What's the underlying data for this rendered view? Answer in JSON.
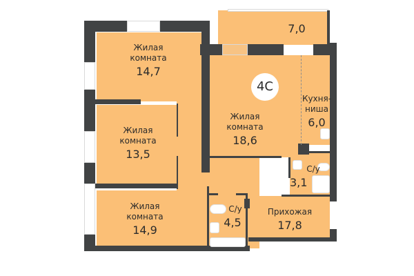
{
  "plan": {
    "type_badge": "4С",
    "colors": {
      "floor": "#fbbf76",
      "wall": "#414344",
      "window": "#ffffff"
    },
    "rooms": [
      {
        "id": "living-1",
        "name_line1": "Жилая",
        "name_line2": "комната",
        "area": "14,7"
      },
      {
        "id": "living-2",
        "name_line1": "Жилая",
        "name_line2": "комната",
        "area": "13,5"
      },
      {
        "id": "living-3",
        "name_line1": "Жилая",
        "name_line2": "комната",
        "area": "14,9"
      },
      {
        "id": "living-4",
        "name_line1": "Жилая",
        "name_line2": "комната",
        "area": "18,6"
      },
      {
        "id": "balcony",
        "area": "7,0"
      },
      {
        "id": "kitchen",
        "name_line1": "Кухня-",
        "name_line2": "ниша",
        "area": "6,0"
      },
      {
        "id": "bath-1",
        "name_line1": "С/у",
        "area": "3,1"
      },
      {
        "id": "bath-2",
        "name_line1": "С/у",
        "area": "4,5"
      },
      {
        "id": "hall",
        "name_line1": "Прихожая",
        "area": "17,8"
      }
    ]
  }
}
